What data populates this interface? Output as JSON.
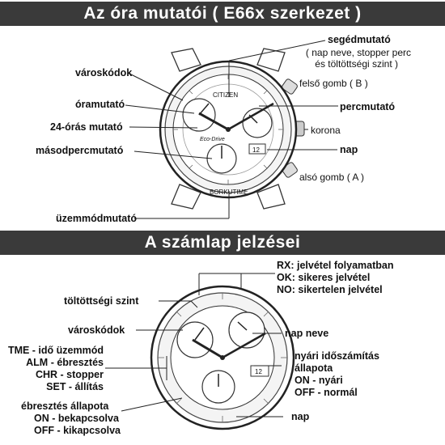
{
  "section1": {
    "title": "Az óra mutatói ( E66x szerkezet )",
    "labels": {
      "sub_hand": "segédmutató",
      "sub_hand_desc1": "( nap neve, stopper perc",
      "sub_hand_desc2": "és töltöttségi szint )",
      "city_codes": "városkódok",
      "upper_button": "felső gomb ( B )",
      "hour_hand": "óramutató",
      "minute_hand": "percmutató",
      "hour24_hand": "24-órás mutató",
      "crown": "korona",
      "second_minute_hand": "másodpercmutató",
      "day": "nap",
      "lower_button": "alsó gomb ( A )",
      "mode_hand": "üzemmódmutató"
    },
    "dial_text": {
      "brand": "CITIZEN",
      "eco": "Eco-Drive",
      "date": "12",
      "bezel": "BORKUTIME"
    }
  },
  "section2": {
    "title": "A számlap jelzései",
    "labels": {
      "rx": "RX: jelvétel folyamatban",
      "ok": "OK: sikeres jelvétel",
      "no": "NO: sikertelen jelvétel",
      "charge_level": "töltöttségi szint",
      "city_codes": "városkódok",
      "day_name": "nap neve",
      "tme": "TME - idő üzemmód",
      "alm": "ALM - ébresztés",
      "chr": "CHR - stopper",
      "set": "SET - állítás",
      "dst1": "nyári időszámítás",
      "dst2": "állapota",
      "dst_on": "ON - nyári",
      "dst_off": "OFF - normál",
      "alarm1": "ébresztés állapota",
      "alarm_on": "ON - bekapcsolva",
      "alarm_off": "OFF - kikapcsolva",
      "day": "nap"
    },
    "dial_text": {
      "date": "12"
    }
  }
}
